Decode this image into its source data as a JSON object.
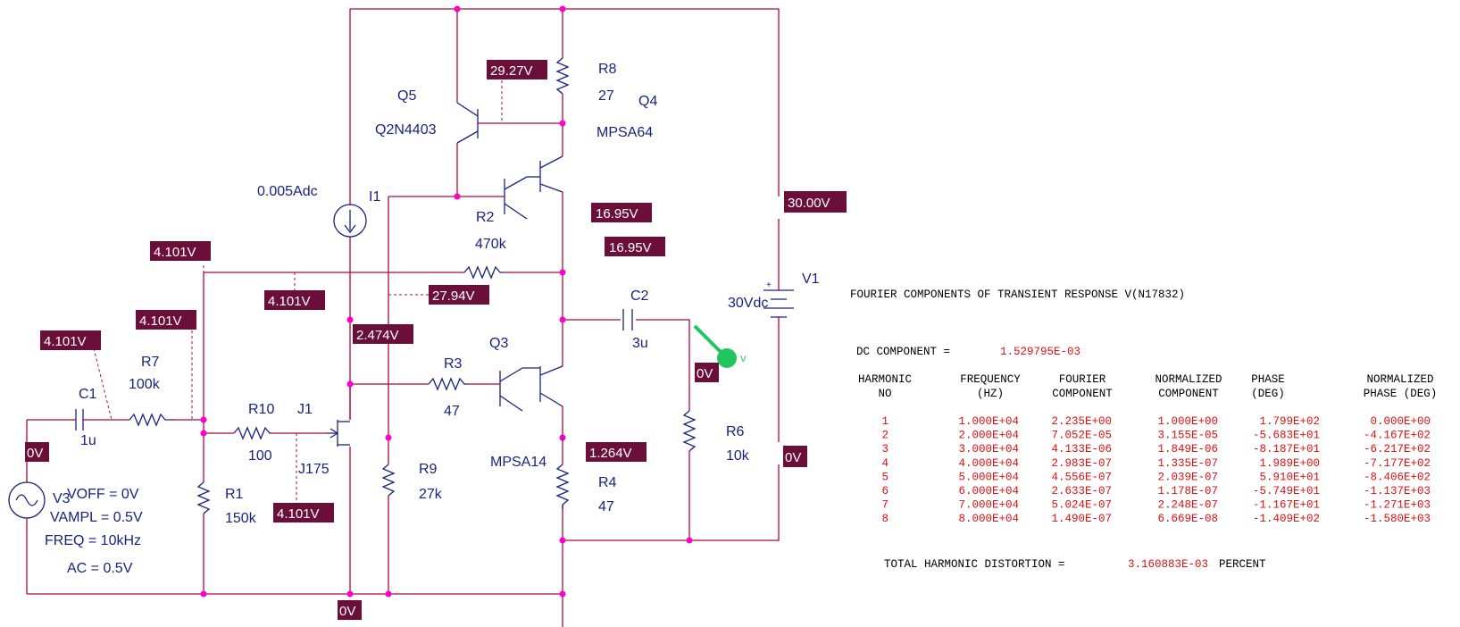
{
  "components": {
    "Q5": {
      "ref": "Q5",
      "model": "Q2N4403"
    },
    "Q4": {
      "ref": "Q4",
      "model": "MPSA64"
    },
    "Q3": {
      "ref": "Q3",
      "model": "MPSA14"
    },
    "J1": {
      "ref": "J1",
      "model": "J175"
    },
    "I1": {
      "ref": "I1",
      "value": "0.005Adc"
    },
    "V1": {
      "ref": "V1",
      "value": "30Vdc"
    },
    "V3": {
      "ref": "V3",
      "params": [
        "VOFF = 0V",
        "VAMPL = 0.5V",
        "FREQ = 10kHz",
        "AC = 0.5V"
      ]
    },
    "R8": {
      "ref": "R8",
      "value": "27"
    },
    "R2": {
      "ref": "R2",
      "value": "470k"
    },
    "R7": {
      "ref": "R7",
      "value": "100k"
    },
    "R10": {
      "ref": "R10",
      "value": "100"
    },
    "R1": {
      "ref": "R1",
      "value": "150k"
    },
    "R3": {
      "ref": "R3",
      "value": "47"
    },
    "R9": {
      "ref": "R9",
      "value": "27k"
    },
    "R4": {
      "ref": "R4",
      "value": "47"
    },
    "R6": {
      "ref": "R6",
      "value": "10k"
    },
    "C1": {
      "ref": "C1",
      "value": "1u"
    },
    "C2": {
      "ref": "C2",
      "value": "3u"
    }
  },
  "voltage_labels": [
    "29.27V",
    "16.95V",
    "16.95V",
    "30.00V",
    "4.101V",
    "4.101V",
    "27.94V",
    "4.101V",
    "2.474V",
    "4.101V",
    "0V",
    "1.264V",
    "0V",
    "4.101V",
    "0V",
    "0V"
  ],
  "probe": {
    "label": "V"
  },
  "fourier": {
    "title": "FOURIER COMPONENTS OF TRANSIENT RESPONSE V(N17832)",
    "dc_label": "DC COMPONENT =",
    "dc_value": "1.529795E-03",
    "headers": [
      [
        "HARMONIC",
        "NO"
      ],
      [
        "FREQUENCY",
        "(HZ)"
      ],
      [
        "FOURIER",
        "COMPONENT"
      ],
      [
        "NORMALIZED",
        "COMPONENT"
      ],
      [
        "PHASE",
        "(DEG)"
      ],
      [
        "NORMALIZED",
        "PHASE (DEG)"
      ]
    ],
    "rows": [
      [
        "1",
        "1.000E+04",
        "2.235E+00",
        "1.000E+00",
        "1.799E+02",
        "0.000E+00"
      ],
      [
        "2",
        "2.000E+04",
        "7.052E-05",
        "3.155E-05",
        "-5.683E+01",
        "-4.167E+02"
      ],
      [
        "3",
        "3.000E+04",
        "4.133E-06",
        "1.849E-06",
        "-8.187E+01",
        "-6.217E+02"
      ],
      [
        "4",
        "4.000E+04",
        "2.983E-07",
        "1.335E-07",
        "1.989E+00",
        "-7.177E+02"
      ],
      [
        "5",
        "5.000E+04",
        "4.556E-07",
        "2.039E-07",
        "5.910E+01",
        "-8.406E+02"
      ],
      [
        "6",
        "6.000E+04",
        "2.633E-07",
        "1.178E-07",
        "-5.749E+01",
        "-1.137E+03"
      ],
      [
        "7",
        "7.000E+04",
        "5.024E-07",
        "2.248E-07",
        "-1.167E+01",
        "-1.271E+03"
      ],
      [
        "8",
        "8.000E+04",
        "1.490E-07",
        "6.669E-08",
        "-1.409E+02",
        "-1.580E+03"
      ]
    ],
    "thd_label": "TOTAL HARMONIC DISTORTION =",
    "thd_value": "3.160883E-03",
    "thd_unit": "PERCENT"
  }
}
